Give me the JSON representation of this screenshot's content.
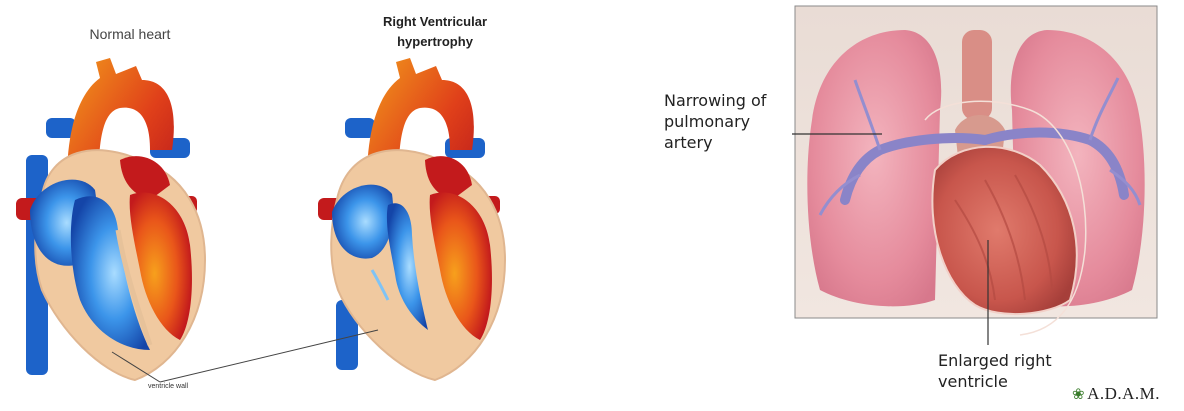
{
  "panels": {
    "normal_title": "Normal heart",
    "rvh_title_line1": "Right Ventricular",
    "rvh_title_line2": "hypertrophy",
    "wall_label": "ventricle wall"
  },
  "labels": {
    "narrowing_line1": "Narrowing of",
    "narrowing_line2": "pulmonary",
    "narrowing_line3": "artery",
    "enlarged_line1": "Enlarged right",
    "enlarged_line2": "ventricle"
  },
  "logo": {
    "text": "A.D.A.M.",
    "icon": "adam-leaf-icon"
  },
  "colors": {
    "oxygenated": "#d8281c",
    "deoxygenated": "#1f6fd6",
    "myocardium": "#f0c9a0",
    "lung": "#e39aa8",
    "heart_muscle": "#c85a50"
  }
}
